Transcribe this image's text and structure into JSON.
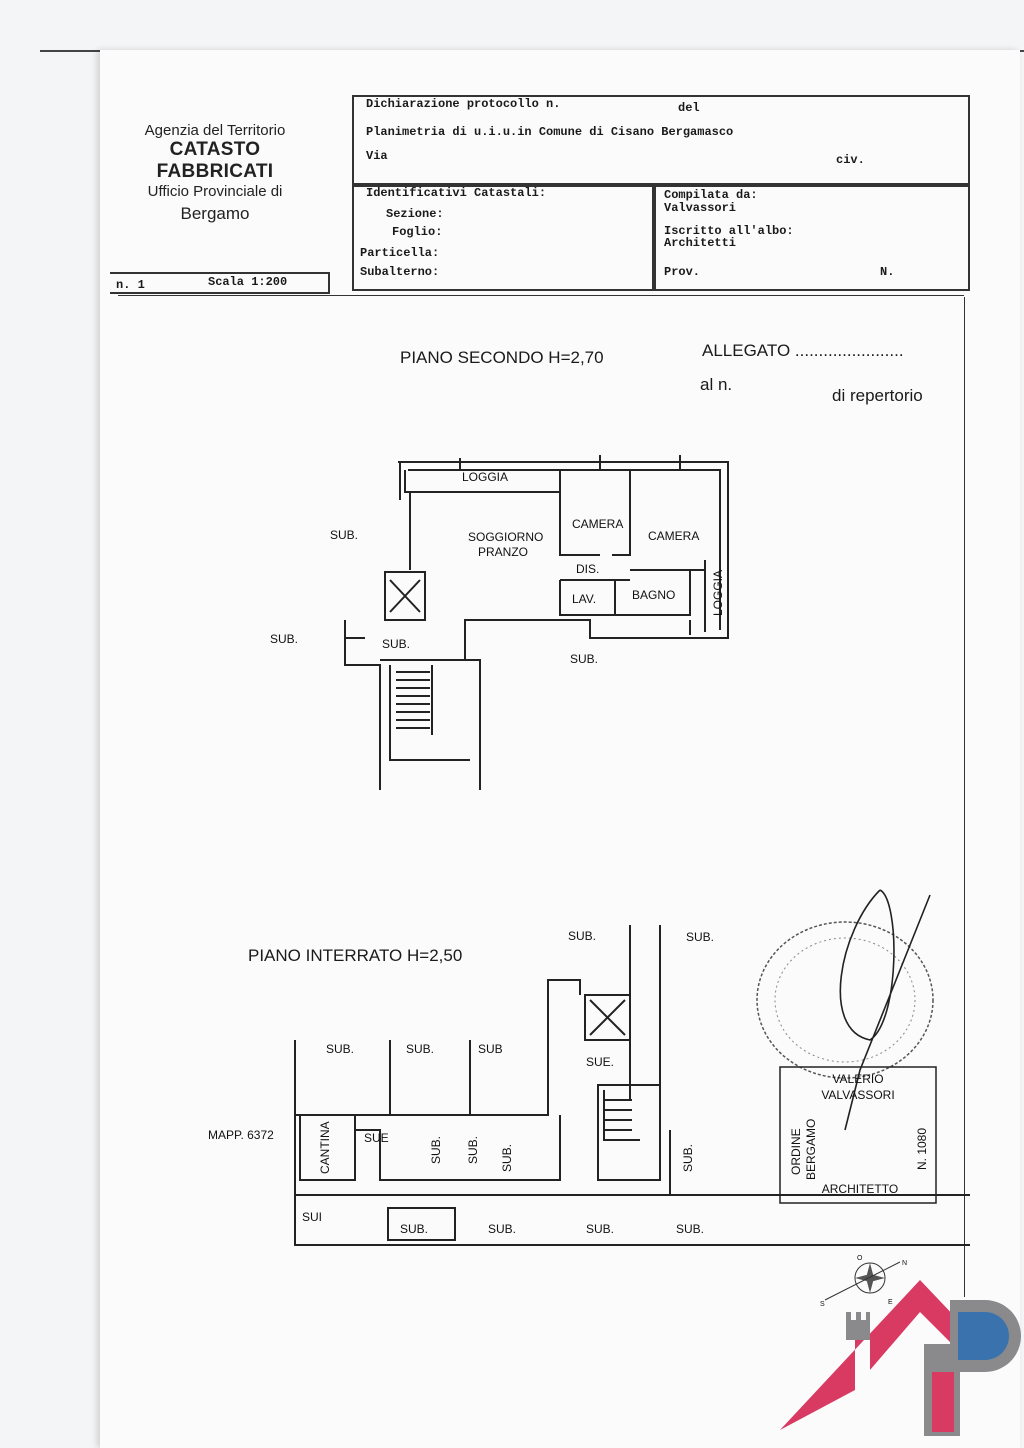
{
  "agency": {
    "line1": "Agenzia del Territorio",
    "line2": "CATASTO FABBRICATI",
    "line3": "Ufficio Provinciale di",
    "line4": "Bergamo"
  },
  "header": {
    "protocol_label": "Dichiarazione protocollo n.",
    "del_label": "del",
    "planimetry": "Planimetria di u.i.u.in Comune di Cisano Bergamasco",
    "via_label": "Via",
    "civ_label": "civ.",
    "identifiers_label": "Identificativi Catastali:",
    "sezione_label": "Sezione:",
    "foglio_label": "Foglio:",
    "particella_label": "Particella:",
    "subalterno_label": "Subalterno:",
    "compiled_label": "Compilata da:",
    "compiled_name": "Valvassori",
    "albo_label": "Iscritto all'albo:",
    "albo_value": "Architetti",
    "prov_label": "Prov.",
    "n_label": "N.",
    "sheet_label": "n. 1",
    "scale_label": "Scala 1:200"
  },
  "annex": {
    "allegato": "ALLEGATO .......................",
    "repertorio_prefix": "al n.",
    "repertorio_suffix": "di repertorio"
  },
  "plan_upper": {
    "title": "PIANO SECONDO H=2,70",
    "labels": {
      "loggia": "LOGGIA",
      "soggiorno": "SOGGIORNO",
      "pranzo": "PRANZO",
      "camera1": "CAMERA",
      "camera2": "CAMERA",
      "dis": "DIS.",
      "lav": "LAV.",
      "bagno": "BAGNO",
      "loggia2": "LOGGIA",
      "sub_left": "SUB.",
      "sub_left2": "SUB.",
      "sub_stair": "SUB.",
      "sub_bottom": "SUB."
    }
  },
  "plan_lower": {
    "title": "PIANO INTERRATO H=2,50",
    "mapp": "MAPP. 6372",
    "labels": {
      "sub_top1": "SUB.",
      "sub_top2": "SUB.",
      "sub_r1": "SUB.",
      "sub_r2": "SUB.",
      "sub_r3": "SUB",
      "sub_lift": "SUE.",
      "cantina": "CANTINA",
      "sub_c": "SUE",
      "sub_v1": "SUB.",
      "sub_v2": "SUB.",
      "sub_v3": "SUB.",
      "sub_v4": "SUB.",
      "sub_b0": "SUI",
      "sub_b1": "SUB.",
      "sub_b2": "SUB.",
      "sub_b3": "SUB.",
      "sub_b4": "SUB."
    }
  },
  "stamp": {
    "name1": "VALERIO",
    "name2": "VALVASSORI",
    "order1": "ORDINE",
    "order2": "BERGAMO",
    "number": "N. 1080",
    "role": "ARCHITETTO"
  },
  "compass": {
    "n": "N",
    "s": "S",
    "e": "E",
    "o": "O"
  },
  "colors": {
    "logo_red": "#d83a62",
    "logo_gray": "#8a8a8c",
    "logo_blue": "#3a72ad"
  }
}
